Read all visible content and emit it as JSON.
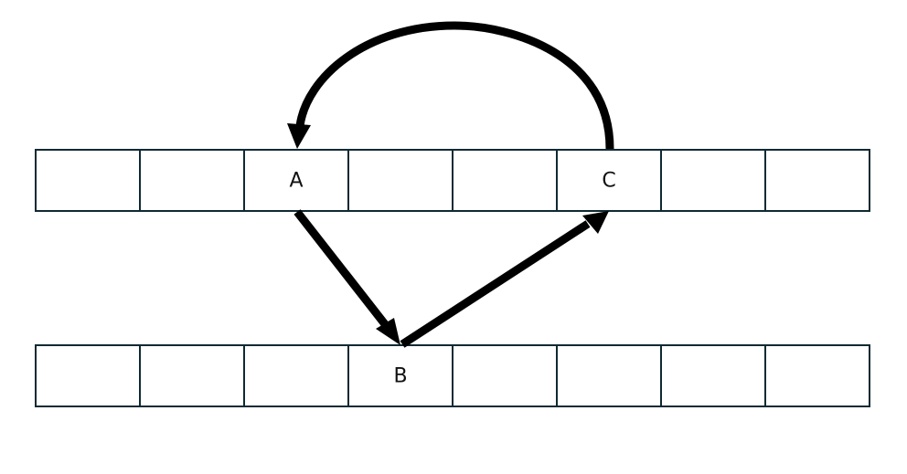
{
  "colors": {
    "cell_border": "#0f2a33",
    "arrow": "#000000",
    "background": "#ffffff"
  },
  "top_row": {
    "cells": [
      "",
      "",
      "A",
      "",
      "",
      "C",
      "",
      ""
    ]
  },
  "bottom_row": {
    "cells": [
      "",
      "",
      "",
      "B",
      "",
      "",
      "",
      ""
    ]
  },
  "arrows": [
    {
      "from": "A",
      "to": "B"
    },
    {
      "from": "B",
      "to": "C"
    },
    {
      "from": "C",
      "to": "A"
    }
  ]
}
